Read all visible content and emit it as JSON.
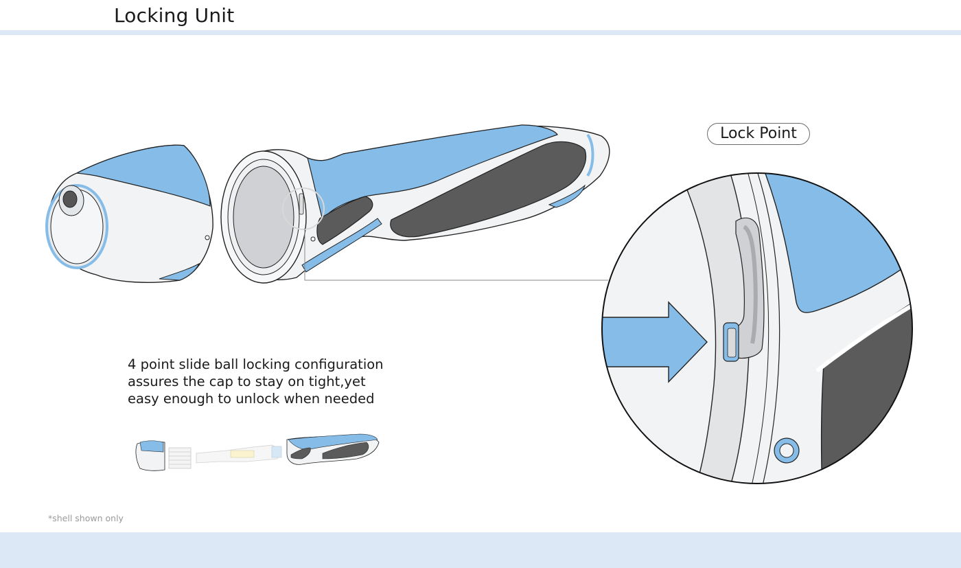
{
  "page": {
    "title": "Locking Unit"
  },
  "callout": {
    "label": "Lock Point"
  },
  "description": {
    "lines": [
      "4 point slide ball locking configuration",
      "assures the cap to stay on tight,yet",
      "easy enough to unlock when needed"
    ]
  },
  "footnote": "*shell shown only",
  "colors": {
    "accent_blue": "#86bce8",
    "band": "#dce8f6",
    "grip_dark": "#5b5b5b",
    "shell_white": "#f2f3f4",
    "outline": "#222222"
  },
  "icons": {
    "arrow": "right-arrow-icon",
    "magnifier": "detail-circle"
  }
}
